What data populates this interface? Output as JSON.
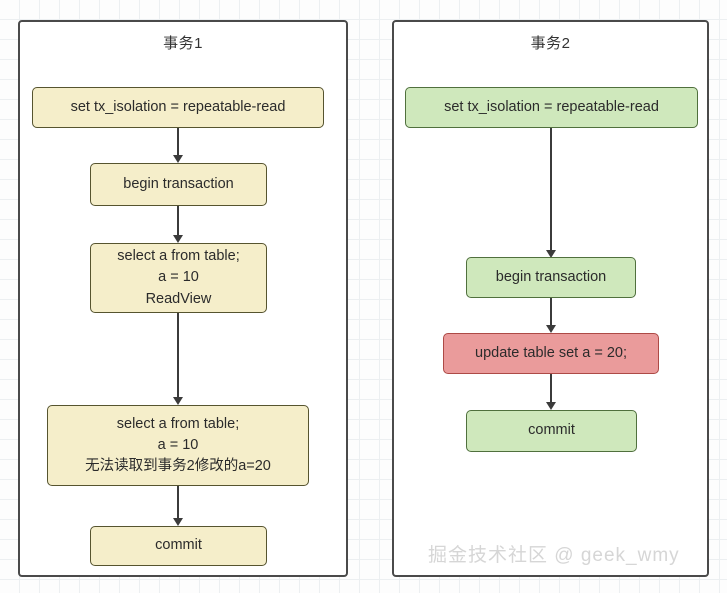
{
  "diagram": {
    "type": "flowchart",
    "title_hint": "MySQL repeatable-read isolation: transaction 1 vs transaction 2",
    "watermark": "掘金技术社区 @ geek_wmy",
    "colors": {
      "yellow_fill": "#f5eeca",
      "yellow_stroke": "#56542f",
      "green_fill": "#cfe8bc",
      "green_stroke": "#50703d",
      "red_fill": "#ea9b9b",
      "red_stroke": "#ad4a46",
      "panel_stroke": "#4a4a4a",
      "arrow": "#3b3b3b",
      "grid": "#eceff1",
      "watermark": "#d6d6d6"
    }
  },
  "panels": [
    {
      "id": "tx1",
      "title": "事务1",
      "nodes": [
        {
          "id": "tx1-n1",
          "color": "yellow",
          "lines": [
            "set tx_isolation = repeatable-read"
          ]
        },
        {
          "id": "tx1-n2",
          "color": "yellow",
          "lines": [
            "begin transaction"
          ]
        },
        {
          "id": "tx1-n3",
          "color": "yellow",
          "lines": [
            "select a from table;",
            "a = 10",
            "ReadView"
          ]
        },
        {
          "id": "tx1-n4",
          "color": "yellow",
          "lines": [
            "select a from table;",
            "a = 10",
            "无法读取到事务2修改的a=20"
          ]
        },
        {
          "id": "tx1-n5",
          "color": "yellow",
          "lines": [
            "commit"
          ]
        }
      ]
    },
    {
      "id": "tx2",
      "title": "事务2",
      "nodes": [
        {
          "id": "tx2-n1",
          "color": "green",
          "lines": [
            "set tx_isolation = repeatable-read"
          ]
        },
        {
          "id": "tx2-n2",
          "color": "green",
          "lines": [
            "begin transaction"
          ]
        },
        {
          "id": "tx2-n3",
          "color": "red",
          "lines": [
            "update table set a = 20;"
          ]
        },
        {
          "id": "tx2-n4",
          "color": "green",
          "lines": [
            "commit"
          ]
        }
      ]
    }
  ]
}
